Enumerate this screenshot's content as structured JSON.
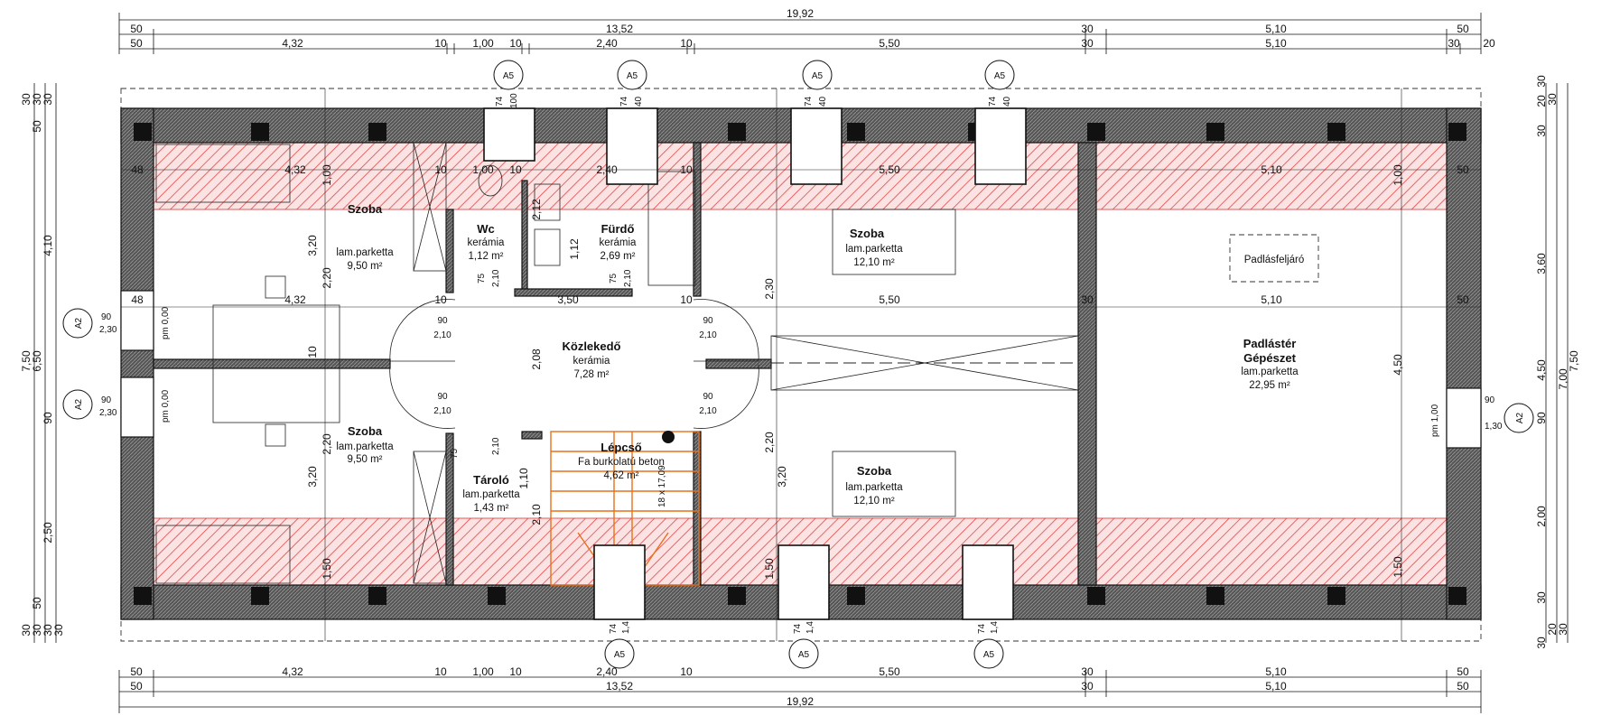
{
  "dims": {
    "top": {
      "row1": [
        "19,92"
      ],
      "row2": [
        "50",
        "13,52",
        "30",
        "5,10",
        "50"
      ],
      "row3": [
        "50",
        "4,32",
        "10",
        "1,00",
        "10",
        "2,40",
        "10",
        "5,50",
        "30",
        "5,10",
        "30",
        "20"
      ]
    },
    "bottom": {
      "row1": [
        "50",
        "4,32",
        "10",
        "1,00",
        "10",
        "2,40",
        "10",
        "5,50",
        "30",
        "5,10",
        "50"
      ],
      "row2": [
        "50",
        "13,52",
        "30",
        "5,10",
        "50"
      ],
      "row3": [
        "19,92"
      ]
    },
    "left": {
      "outer": [
        "7,50",
        "6,50"
      ],
      "mid": [
        "30",
        "30",
        "50",
        "4,10",
        "90",
        "2,50",
        "50",
        "30",
        "30"
      ],
      "inner": [
        "30",
        "30",
        "30"
      ]
    },
    "right": {
      "outer": [
        "7,50",
        "7,00"
      ],
      "mid": [
        "30",
        "20",
        "30",
        "30",
        "3,60",
        "4,50",
        "90",
        "2,00",
        "30",
        "30",
        "20",
        "30"
      ]
    },
    "interior": {
      "row_top": [
        "48",
        "4,32",
        "10",
        "1,00",
        "10",
        "2,40",
        "10",
        "5,50",
        "5,10",
        "50"
      ],
      "row_mid": [
        "48",
        "4,32",
        "10",
        "3,50",
        "10",
        "5,50",
        "30",
        "5,10",
        "50"
      ],
      "vertical": [
        "1,00",
        "3,20",
        "2,20",
        "10",
        "2,20",
        "3,20",
        "1,50",
        "2,12",
        "1,12",
        "2,08",
        "1,10",
        "2,10",
        "2,30",
        "2,20",
        "3,20",
        "1,50",
        "1,00",
        "4,50",
        "1,50"
      ]
    }
  },
  "window_tags": {
    "top": [
      "A5",
      "A5",
      "A5",
      "A5"
    ],
    "bottom": [
      "A5",
      "A5",
      "A5"
    ],
    "left": [
      "A2",
      "A2"
    ],
    "right": [
      "A2"
    ]
  },
  "openings": {
    "top_sill": [
      "74",
      "100",
      "74",
      "40",
      "74",
      "40",
      "74",
      "40"
    ],
    "bottom_sill": [
      "74",
      "1,4",
      "74",
      "1,4",
      "74",
      "1,4"
    ],
    "left_window_1": [
      "90",
      "2,30",
      "pm 0,00"
    ],
    "left_window_2": [
      "90",
      "2,30",
      "pm 0,00"
    ],
    "right_window": [
      "90",
      "1,30",
      "pm 1,00"
    ],
    "door_90_210": [
      "90",
      "2,10"
    ],
    "door_75_210": [
      "75",
      "2,10"
    ],
    "stair_marks": [
      "18 x 17,09"
    ]
  },
  "rooms": [
    {
      "name": "Szoba",
      "floor": "lam.parketta",
      "area": "9,50 m²"
    },
    {
      "name": "Wc",
      "floor": "kerámia",
      "area": "1,12 m²"
    },
    {
      "name": "Fürdő",
      "floor": "kerámia",
      "area": "2,69 m²"
    },
    {
      "name": "Szoba",
      "floor": "lam.parketta",
      "area": "12,10 m²"
    },
    {
      "name": "Közlekedő",
      "floor": "kerámia",
      "area": "7,28 m²"
    },
    {
      "name": "Szoba",
      "floor": "lam.parketta",
      "area": "9,50 m²"
    },
    {
      "name": "Lépcső",
      "floor": "Fa burkolatú beton",
      "area": "4,62 m²"
    },
    {
      "name": "Tároló",
      "floor": "lam.parketta",
      "area": "1,43 m²"
    },
    {
      "name": "Szoba",
      "floor": "lam.parketta",
      "area": "12,10 m²"
    },
    {
      "name": "Padlástér",
      "name2": "Gépészet",
      "floor": "lam.parketta",
      "area": "22,95 m²"
    }
  ],
  "labels": {
    "hatch": "Padlásfeljáró"
  },
  "colors": {
    "wall": "#111111",
    "attic_zone": "#d63a3a",
    "stair": "#e8701a"
  }
}
